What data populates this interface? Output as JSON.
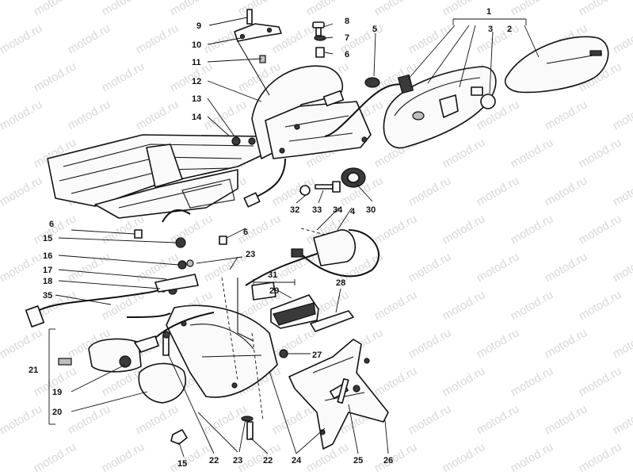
{
  "watermark": "motod.ru",
  "callouts": {
    "n1": "1",
    "n2": "2",
    "n3": "3",
    "n4": "4",
    "n5": "5",
    "n6a": "6",
    "n6b": "6",
    "n6c": "6",
    "n7": "7",
    "n8": "8",
    "n9": "9",
    "n10": "10",
    "n11": "11",
    "n12": "12",
    "n13": "13",
    "n14": "14",
    "n15a": "15",
    "n15b": "15",
    "n16": "16",
    "n17": "17",
    "n18": "18",
    "n19": "19",
    "n20": "20",
    "n21": "21",
    "n22a": "22",
    "n22b": "22",
    "n23a": "23",
    "n23b": "23",
    "n24": "24",
    "n25": "25",
    "n26": "26",
    "n27": "27",
    "n28": "28",
    "n29": "29",
    "n30": "30",
    "n31": "31",
    "n32": "32",
    "n33": "33",
    "n34": "34",
    "n35": "35"
  }
}
